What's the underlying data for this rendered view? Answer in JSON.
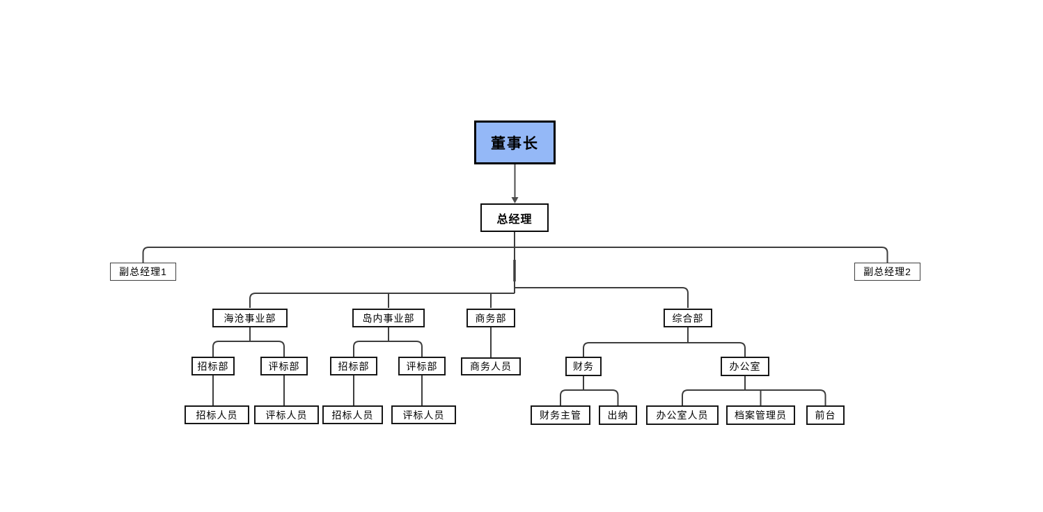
{
  "diagram": {
    "type": "org-chart",
    "colors": {
      "chairman_fill": "#94b8f7",
      "node_fill": "#ffffff",
      "node_border": "#161616",
      "line": "#3d3d3d",
      "arrow": "#4d4d4d"
    },
    "nodes": {
      "chairman": {
        "label": "董事长"
      },
      "general_manager": {
        "label": "总经理"
      },
      "deputy_gm_1": {
        "label": "副总经理1"
      },
      "deputy_gm_2": {
        "label": "副总经理2"
      },
      "haicang_division": {
        "label": "海沧事业部"
      },
      "daonei_division": {
        "label": "岛内事业部"
      },
      "business_dept": {
        "label": "商务部"
      },
      "general_affairs_dept": {
        "label": "综合部"
      },
      "haicang_bidding_dept": {
        "label": "招标部"
      },
      "haicang_evaluation_dept": {
        "label": "评标部"
      },
      "daonei_bidding_dept": {
        "label": "招标部"
      },
      "daonei_evaluation_dept": {
        "label": "评标部"
      },
      "business_staff": {
        "label": "商务人员"
      },
      "finance": {
        "label": "财务"
      },
      "office": {
        "label": "办公室"
      },
      "haicang_bidding_staff": {
        "label": "招标人员"
      },
      "haicang_evaluation_staff": {
        "label": "评标人员"
      },
      "daonei_bidding_staff": {
        "label": "招标人员"
      },
      "daonei_evaluation_staff": {
        "label": "评标人员"
      },
      "finance_manager": {
        "label": "财务主管"
      },
      "cashier": {
        "label": "出纳"
      },
      "office_staff": {
        "label": "办公室人员"
      },
      "archivist": {
        "label": "档案管理员"
      },
      "reception": {
        "label": "前台"
      }
    },
    "edges": [
      {
        "from": "chairman",
        "to": "general_manager",
        "arrow": true
      },
      {
        "from": "general_manager",
        "to": "deputy_gm_1"
      },
      {
        "from": "general_manager",
        "to": "deputy_gm_2"
      },
      {
        "from": "general_manager",
        "to": "haicang_division"
      },
      {
        "from": "general_manager",
        "to": "daonei_division"
      },
      {
        "from": "general_manager",
        "to": "business_dept"
      },
      {
        "from": "general_manager",
        "to": "general_affairs_dept"
      },
      {
        "from": "haicang_division",
        "to": "haicang_bidding_dept"
      },
      {
        "from": "haicang_division",
        "to": "haicang_evaluation_dept"
      },
      {
        "from": "haicang_bidding_dept",
        "to": "haicang_bidding_staff"
      },
      {
        "from": "haicang_evaluation_dept",
        "to": "haicang_evaluation_staff"
      },
      {
        "from": "daonei_division",
        "to": "daonei_bidding_dept"
      },
      {
        "from": "daonei_division",
        "to": "daonei_evaluation_dept"
      },
      {
        "from": "daonei_bidding_dept",
        "to": "daonei_bidding_staff"
      },
      {
        "from": "daonei_evaluation_dept",
        "to": "daonei_evaluation_staff"
      },
      {
        "from": "business_dept",
        "to": "business_staff"
      },
      {
        "from": "general_affairs_dept",
        "to": "finance"
      },
      {
        "from": "general_affairs_dept",
        "to": "office"
      },
      {
        "from": "finance",
        "to": "finance_manager"
      },
      {
        "from": "finance",
        "to": "cashier"
      },
      {
        "from": "office",
        "to": "office_staff"
      },
      {
        "from": "office",
        "to": "archivist"
      },
      {
        "from": "office",
        "to": "reception"
      }
    ]
  }
}
